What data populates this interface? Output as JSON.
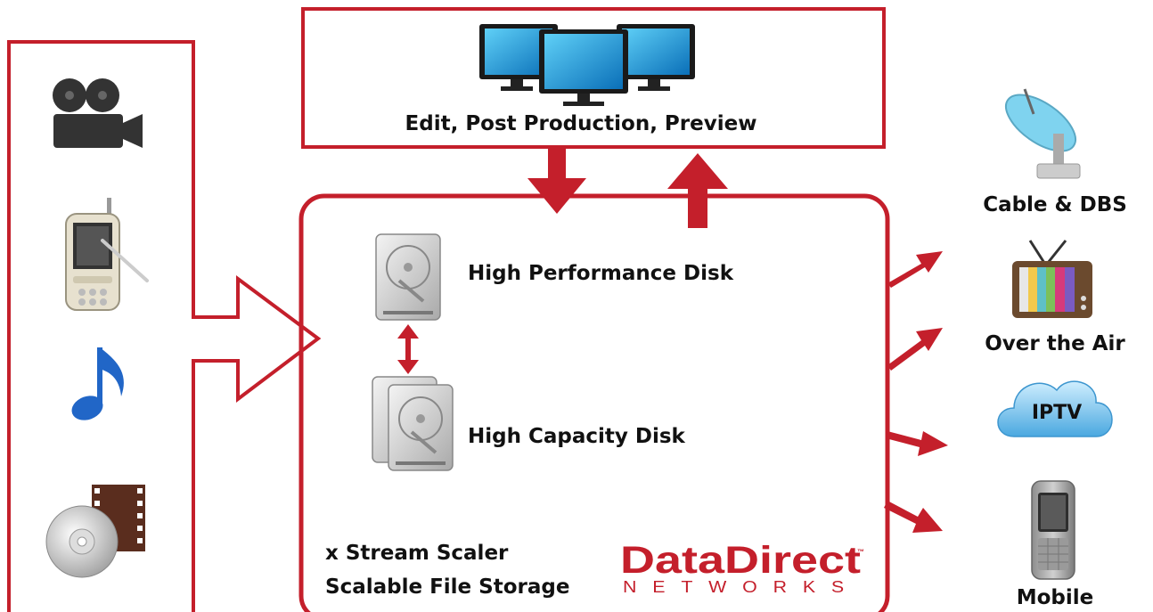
{
  "top_box": {
    "label": "Edit, Post Production, Preview"
  },
  "storage": {
    "performance_label": "High Performance Disk",
    "capacity_label": "High Capacity Disk",
    "product_line1": "x Stream Scaler",
    "product_line2": "Scalable File Storage"
  },
  "logo": {
    "main": "DataDirect",
    "sub": "NETWORKS",
    "tm": "™"
  },
  "outputs": [
    {
      "label": "Cable & DBS",
      "icon": "satellite-dish-icon"
    },
    {
      "label": "Over the Air",
      "icon": "television-icon"
    },
    {
      "label": "IPTV",
      "icon": "cloud-icon"
    },
    {
      "label": "Mobile",
      "icon": "mobile-phone-icon"
    }
  ],
  "inputs": [
    {
      "icon": "video-camera-icon"
    },
    {
      "icon": "smartphone-icon"
    },
    {
      "icon": "music-note-icon"
    },
    {
      "icon": "disc-film-icon"
    }
  ],
  "colors": {
    "accent": "#c41f2b",
    "text": "#111111"
  }
}
